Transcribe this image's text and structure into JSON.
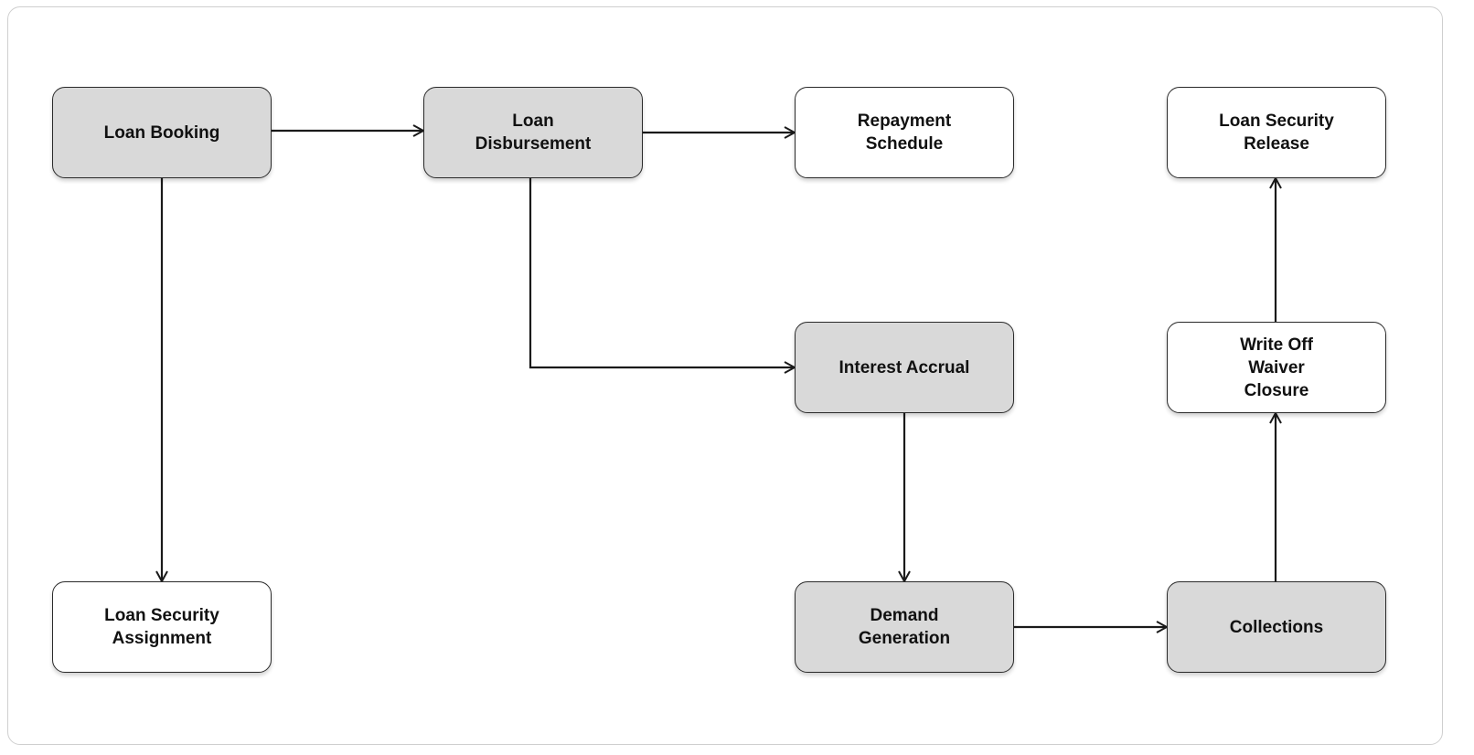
{
  "nodes": {
    "loan_booking": "Loan Booking",
    "loan_disbursement": "Loan\nDisbursement",
    "repayment_schedule": "Repayment\nSchedule",
    "loan_security_release": "Loan Security\nRelease",
    "interest_accrual": "Interest Accrual",
    "write_off": "Write Off\nWaiver\nClosure",
    "loan_security_assignment": "Loan Security\nAssignment",
    "demand_generation": "Demand\nGeneration",
    "collections": "Collections"
  },
  "colors": {
    "shaded_fill": "#d9d9d9",
    "plain_fill": "#ffffff",
    "stroke": "#1a1a1a"
  }
}
